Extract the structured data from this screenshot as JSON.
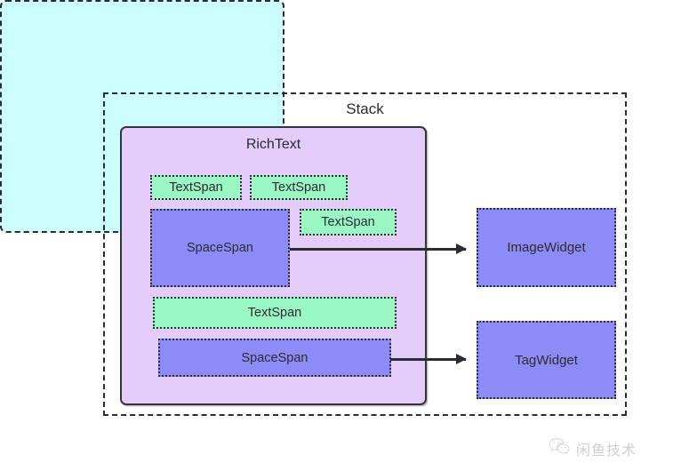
{
  "diagram": {
    "title": "Stack",
    "richtext": {
      "title": "RichText",
      "spans": [
        {
          "id": "textspan-1",
          "label": "TextSpan",
          "kind": "text-span"
        },
        {
          "id": "textspan-2",
          "label": "TextSpan",
          "kind": "text-span"
        },
        {
          "id": "spacespan-1",
          "label": "SpaceSpan",
          "kind": "space-span"
        },
        {
          "id": "textspan-3",
          "label": "TextSpan",
          "kind": "text-span"
        },
        {
          "id": "textspan-4",
          "label": "TextSpan",
          "kind": "text-span"
        },
        {
          "id": "spacespan-2",
          "label": "SpaceSpan",
          "kind": "space-span"
        }
      ]
    },
    "widgets": [
      {
        "id": "image-widget",
        "label": "ImageWidget"
      },
      {
        "id": "tag-widget",
        "label": "TagWidget"
      }
    ],
    "connections": [
      {
        "from": "spacespan-1",
        "to": "image-widget"
      },
      {
        "from": "spacespan-2",
        "to": "tag-widget"
      }
    ]
  },
  "watermark": {
    "icon": "wechat-icon",
    "text": "闲鱼技术"
  },
  "colors": {
    "background": "#ffffff",
    "stroke": "#2b2b33",
    "richtext_fill": "#e4ccfb",
    "inner_fill": "#ccfffb",
    "text_span_fill": "#9af6c3",
    "space_span_fill": "#8d8cf6",
    "widget_fill": "#8d8cf6"
  }
}
